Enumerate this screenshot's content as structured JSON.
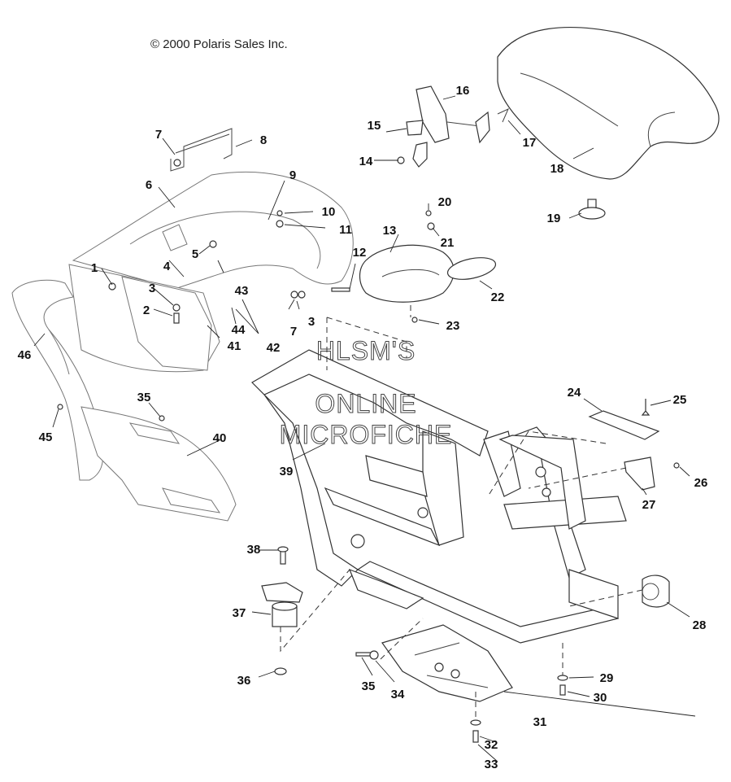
{
  "copyright": "© 2000 Polaris Sales Inc.",
  "watermark": [
    "HLSM'S",
    "ONLINE",
    "MICROFICHE"
  ],
  "callouts": [
    "1",
    "2",
    "3",
    "3",
    "4",
    "5",
    "6",
    "7",
    "7",
    "8",
    "9",
    "10",
    "11",
    "12",
    "13",
    "14",
    "15",
    "16",
    "17",
    "18",
    "19",
    "20",
    "21",
    "22",
    "23",
    "24",
    "25",
    "26",
    "27",
    "28",
    "29",
    "30",
    "31",
    "32",
    "33",
    "35",
    "35",
    "34",
    "36",
    "37",
    "38",
    "39",
    "40",
    "41",
    "42",
    "43",
    "44",
    "45",
    "46"
  ]
}
